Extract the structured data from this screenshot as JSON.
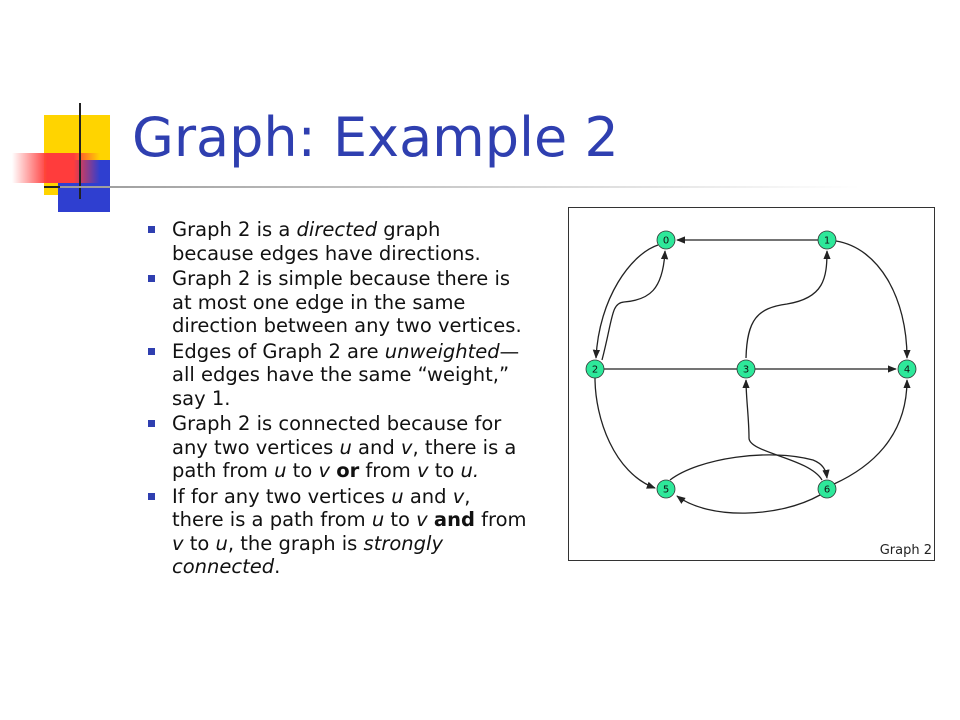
{
  "slide": {
    "title": "Graph: Example 2",
    "colors": {
      "title": "#2f3fb0",
      "node_fill": "#2ee89a",
      "accent_yellow": "#ffd400",
      "accent_blue": "#2f3fd0",
      "accent_red": "#ff3c3c"
    },
    "bullets": [
      {
        "parts": [
          {
            "t": "Graph 2 is a "
          },
          {
            "t": "directed",
            "i": true
          },
          {
            "t": " graph because edges have directions."
          }
        ]
      },
      {
        "parts": [
          {
            "t": "Graph 2 is simple because there is at most one edge in the same direction between any two vertices."
          }
        ]
      },
      {
        "parts": [
          {
            "t": "Edges of Graph 2 are "
          },
          {
            "t": "unweighted",
            "i": true
          },
          {
            "t": "—all edges have the same “weight,” say 1."
          }
        ]
      },
      {
        "parts": [
          {
            "t": "Graph 2 is connected because for any two vertices "
          },
          {
            "t": "u",
            "i": true
          },
          {
            "t": " and "
          },
          {
            "t": "v",
            "i": true
          },
          {
            "t": ", there is a path from "
          },
          {
            "t": "u",
            "i": true
          },
          {
            "t": " to "
          },
          {
            "t": "v",
            "i": true
          },
          {
            "t": " "
          },
          {
            "t": "or",
            "b": true
          },
          {
            "t": " from "
          },
          {
            "t": "v",
            "i": true
          },
          {
            "t": " to "
          },
          {
            "t": "u.",
            "i": true
          }
        ]
      },
      {
        "parts": [
          {
            "t": "If for any two vertices "
          },
          {
            "t": "u",
            "i": true
          },
          {
            "t": " and "
          },
          {
            "t": "v",
            "i": true
          },
          {
            "t": ", there is a path from "
          },
          {
            "t": "u",
            "i": true
          },
          {
            "t": " to "
          },
          {
            "t": "v",
            "i": true
          },
          {
            "t": " "
          },
          {
            "t": "and",
            "b": true
          },
          {
            "t": " from "
          },
          {
            "t": "v",
            "i": true
          },
          {
            "t": " to "
          },
          {
            "t": "u",
            "i": true
          },
          {
            "t": ", the graph is "
          },
          {
            "t": "strongly connected",
            "i": true
          },
          {
            "t": "."
          }
        ]
      }
    ]
  },
  "graph": {
    "label": "Graph 2",
    "nodes": [
      "0",
      "1",
      "2",
      "3",
      "4",
      "5",
      "6"
    ],
    "edges": [
      {
        "from": "1",
        "to": "0"
      },
      {
        "from": "0",
        "to": "2"
      },
      {
        "from": "2",
        "to": "0"
      },
      {
        "from": "2",
        "to": "4"
      },
      {
        "from": "1",
        "to": "4"
      },
      {
        "from": "3",
        "to": "1"
      },
      {
        "from": "2",
        "to": "5"
      },
      {
        "from": "5",
        "to": "6"
      },
      {
        "from": "6",
        "to": "5"
      },
      {
        "from": "6",
        "to": "3"
      },
      {
        "from": "6",
        "to": "4"
      }
    ]
  }
}
